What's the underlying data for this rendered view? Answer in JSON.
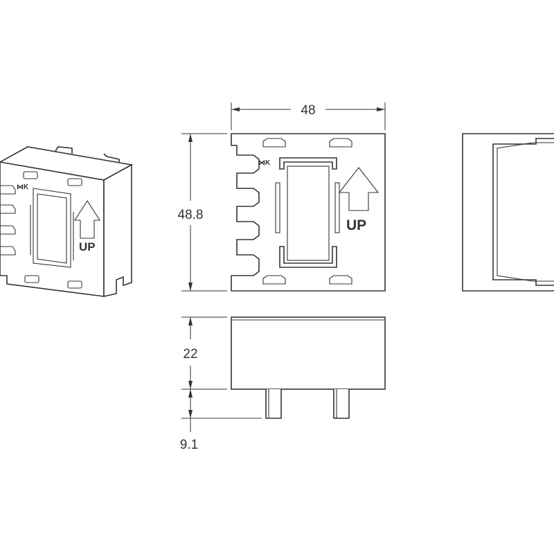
{
  "dimensions": {
    "width": "48",
    "height": "48.8",
    "body_height": "22",
    "pin_length": "9.1"
  },
  "marking": {
    "up_label": "UP",
    "symbol_text": "⋈K"
  },
  "colors": {
    "line": "#333333",
    "background": "#ffffff"
  }
}
